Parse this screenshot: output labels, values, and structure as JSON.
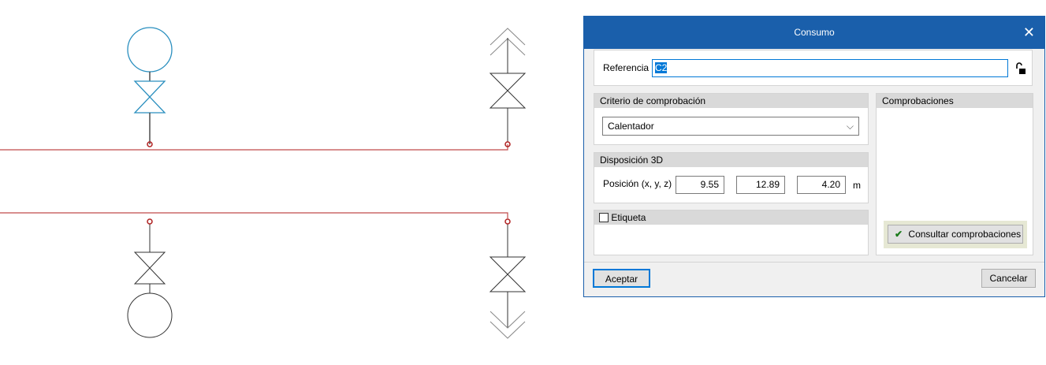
{
  "dialog": {
    "title": "Consumo",
    "reference": {
      "label": "Referencia",
      "value": "C2"
    },
    "criterio": {
      "header": "Criterio de comprobación",
      "selected": "Calentador"
    },
    "disposicion": {
      "header": "Disposición 3D",
      "label": "Posición (x, y, z)",
      "x": "9.55",
      "y": "12.89",
      "z": "4.20",
      "unit": "m"
    },
    "etiqueta": {
      "header": "Etiqueta",
      "checked": false
    },
    "comprobaciones": {
      "header": "Comprobaciones",
      "button": "Consultar comprobaciones"
    },
    "accept": "Aceptar",
    "cancel": "Cancelar"
  },
  "colors": {
    "titlebar": "#1a5fab",
    "pipe": "#c0504d",
    "selected_symbol": "#2a8fbf"
  }
}
